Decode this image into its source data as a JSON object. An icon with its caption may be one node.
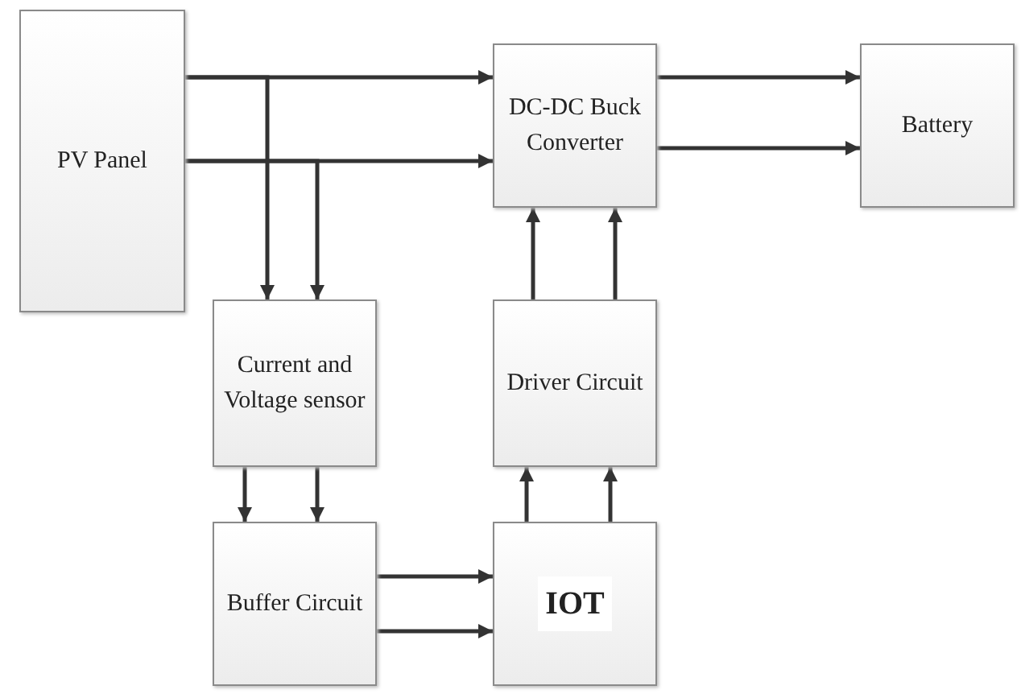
{
  "diagram": {
    "nodes": [
      {
        "text": [
          "PV Panel"
        ]
      },
      {
        "text": [
          "DC-DC Buck Converter"
        ]
      },
      {
        "text": [
          "Battery"
        ]
      },
      {
        "text": [
          "Current and Voltage sensor"
        ]
      },
      {
        "text": [
          "Driver Circuit"
        ]
      },
      {
        "text": [
          "Buffer Circuit"
        ]
      },
      {
        "text": [
          "IOT"
        ]
      }
    ],
    "edges": [
      {
        "from": 0,
        "to": 1,
        "arrow": "to"
      },
      {
        "from": 0,
        "to": 1,
        "arrow": "to"
      },
      {
        "from": 0,
        "to": 3,
        "arrow": "to"
      },
      {
        "from": 0,
        "to": 3,
        "arrow": "to"
      },
      {
        "from": 1,
        "to": 2,
        "arrow": "to"
      },
      {
        "from": 1,
        "to": 2,
        "arrow": "to"
      },
      {
        "from": 3,
        "to": 5,
        "arrow": "to"
      },
      {
        "from": 3,
        "to": 5,
        "arrow": "to"
      },
      {
        "from": 5,
        "to": 6,
        "arrow": "to"
      },
      {
        "from": 5,
        "to": 6,
        "arrow": "to"
      },
      {
        "from": 6,
        "to": 4,
        "arrow": "to"
      },
      {
        "from": 6,
        "to": 4,
        "arrow": "to"
      },
      {
        "from": 4,
        "to": 1,
        "arrow": "to"
      },
      {
        "from": 4,
        "to": 1,
        "arrow": "to"
      }
    ]
  }
}
